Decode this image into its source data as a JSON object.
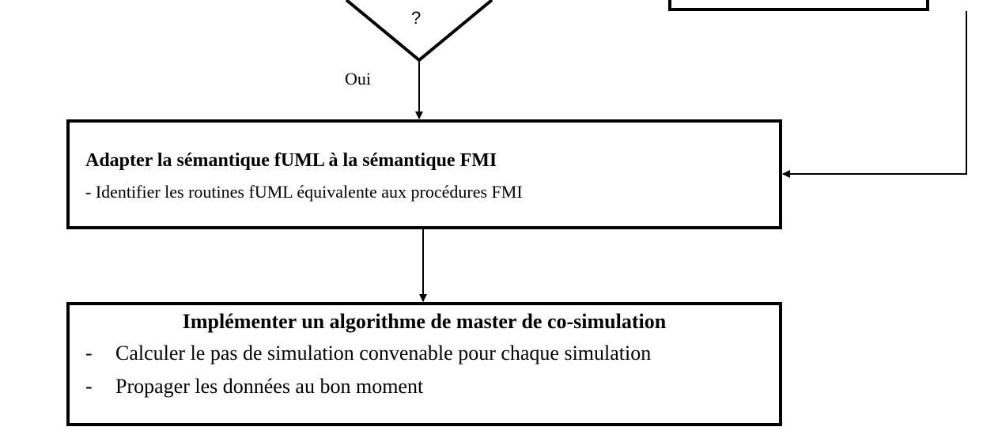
{
  "diagram": {
    "decision": {
      "label": "?"
    },
    "edge_yes": {
      "label": "Oui"
    },
    "step_adapt": {
      "title": "Adapter la sémantique fUML à la sémantique FMI",
      "detail": "- Identifier les routines fUML équivalente aux procédures FMI"
    },
    "step_implement": {
      "title": "Implémenter un algorithme de  master de co-simulation",
      "items": [
        {
          "bullet": "-",
          "text": "Calculer le pas de simulation convenable pour chaque simulation"
        },
        {
          "bullet": "-",
          "text": "Propager les données au bon moment"
        }
      ]
    }
  }
}
